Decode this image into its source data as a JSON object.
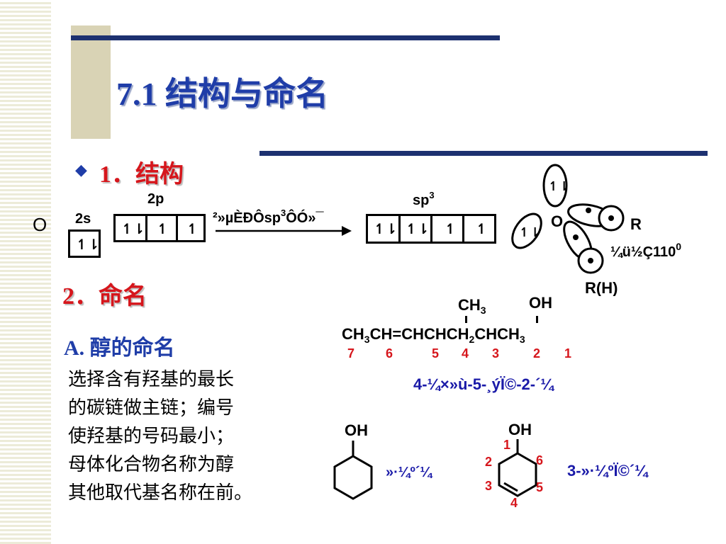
{
  "title": "7.1  结构与命名",
  "section1": "1．结构",
  "section2": "2．命名",
  "subsection": "A. 醇的命名",
  "rules": [
    "选择含有羟基的最长",
    "的碳链做主链；编号",
    "使羟基的号码最小；",
    "母体化合物名称为醇",
    "其他取代基名称在前。"
  ],
  "orbital": {
    "atom": "O",
    "label_2s": "2s",
    "label_2p": "2p",
    "arrow_text_pre": "²»µÈÐÔsp",
    "arrow_text_sup": "3",
    "arrow_text_post": "ÔÓ»¯",
    "label_sp3": "sp",
    "label_sp3_sup": "3",
    "spin_pair": "↿⇂",
    "spin_up": "↿"
  },
  "geometry": {
    "atom": "O",
    "group_r": "R",
    "group_rh": "R(H)",
    "angle_pre": "¼ü½Ç",
    "angle_value": "110",
    "angle_sup": "0"
  },
  "example1": {
    "branch_ch3": "CH",
    "branch_ch3_sub": "3",
    "branch_oh": "OH",
    "chain": [
      "CH",
      "3",
      "CH=CHCHCH",
      "2",
      "CHCH",
      "3"
    ],
    "numbers": [
      "7",
      "6",
      "5",
      "4",
      "3",
      "2",
      "1"
    ],
    "name": "4-¼×»ù-5-¸ýÏ©-2-´¼"
  },
  "example2": {
    "oh": "OH",
    "name": "»·¼º´¼"
  },
  "example3": {
    "oh": "OH",
    "numbers": [
      "1",
      "2",
      "3",
      "4",
      "5",
      "6"
    ],
    "name": "3-»·¼ºÏ©´¼"
  },
  "colors": {
    "title": "#1f3da8",
    "heading_red": "#d6161c",
    "name_blue": "#1a1aa8",
    "nav_line": "#1d3170",
    "tan": "#d9d3b5"
  }
}
